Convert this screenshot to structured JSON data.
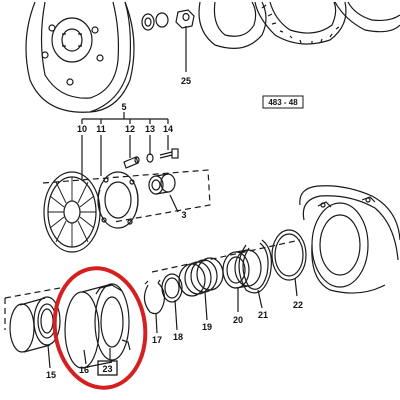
{
  "figure_ref": "483 - 48",
  "callouts": {
    "c3": "3",
    "c5": "5",
    "c10": "10",
    "c11": "11",
    "c12": "12",
    "c13": "13",
    "c14": "14",
    "c15": "15",
    "c16": "16",
    "c17": "17",
    "c18": "18",
    "c19": "19",
    "c20": "20",
    "c21": "21",
    "c22": "22",
    "c23": "23",
    "c25": "25"
  },
  "highlight": {
    "callout": "23",
    "color": "#d42020"
  },
  "colors": {
    "line": "#1a1a1a",
    "highlight": "#d42020"
  }
}
